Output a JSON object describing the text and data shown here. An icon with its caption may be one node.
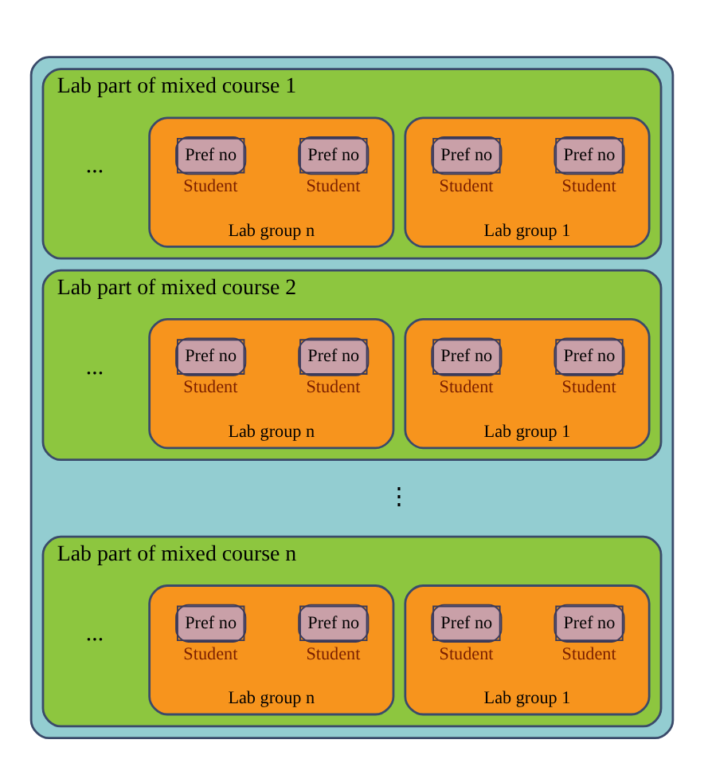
{
  "diagram": {
    "nodes": [
      {
        "text": [],
        "shape": "box"
      },
      {
        "text": [
          "Lab part of mixed course 1"
        ],
        "in": 0
      },
      {
        "text": [
          "Lab group 1"
        ],
        "in": 1
      },
      {
        "text": [
          "Pref no"
        ],
        "beside": [
          "Student"
        ],
        "in": 2
      },
      {
        "text": [
          "Pref no"
        ],
        "beside": [
          "Student"
        ],
        "in": 2
      },
      {
        "text": [
          "Lab group n"
        ],
        "in": 1
      },
      {
        "text": [
          "Pref no"
        ],
        "beside": [
          "Student"
        ],
        "in": 5
      },
      {
        "text": [
          "Pref no"
        ],
        "beside": [
          "Student"
        ],
        "in": 5
      },
      {
        "text": [
          "Lab part of mixed course 2"
        ],
        "in": 0
      },
      {
        "text": [
          "Lab group 1"
        ],
        "in": 8
      },
      {
        "text": [
          "Pref no"
        ],
        "beside": [
          "Student"
        ],
        "in": 9
      },
      {
        "text": [
          "Pref no"
        ],
        "beside": [
          "Student"
        ],
        "in": 9
      },
      {
        "text": [
          "Lab group n"
        ],
        "in": 8
      },
      {
        "text": [
          "Pref no"
        ],
        "beside": [
          "Student"
        ],
        "in": 12
      },
      {
        "text": [
          "Pref no"
        ],
        "beside": [
          "Student"
        ],
        "in": 12
      },
      {
        "text": [
          "Lab part of mixed course n"
        ],
        "in": 0
      },
      {
        "text": [
          "Lab group 1"
        ],
        "in": 15
      },
      {
        "text": [
          "Pref no"
        ],
        "beside": [
          "Student"
        ],
        "in": 16
      },
      {
        "text": [
          "Pref no"
        ],
        "beside": [
          "Student"
        ],
        "in": 16
      },
      {
        "text": [
          "Lab group n"
        ],
        "in": 15
      },
      {
        "text": [
          "Pref no"
        ],
        "beside": [
          "Student"
        ],
        "in": 19
      },
      {
        "text": [
          "Pref no"
        ],
        "beside": [
          "Student"
        ],
        "in": 19
      }
    ],
    "labels": [
      "...",
      "...",
      "⋮",
      "..."
    ]
  }
}
